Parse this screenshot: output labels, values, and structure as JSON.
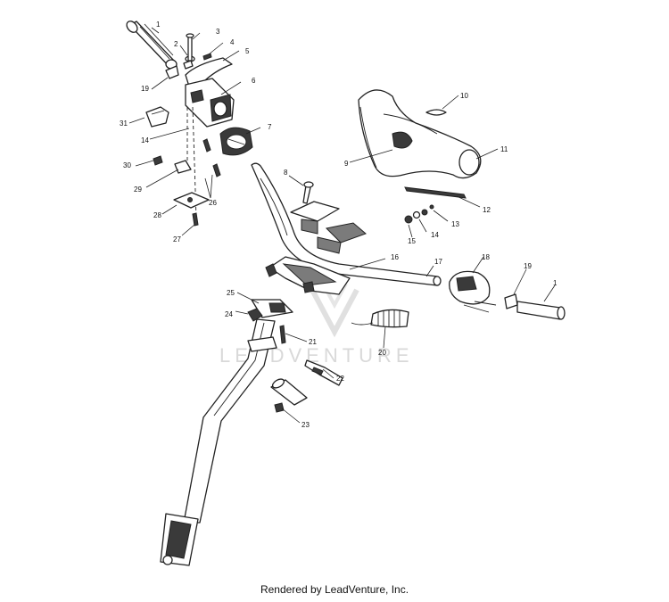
{
  "callouts": {
    "c1a": "1",
    "c2": "2",
    "c3": "3",
    "c4": "4",
    "c5": "5",
    "c6": "6",
    "c7": "7",
    "c8": "8",
    "c9": "9",
    "c10": "10",
    "c11": "11",
    "c12": "12",
    "c13": "13",
    "c14a": "14",
    "c14b": "14",
    "c15": "15",
    "c16": "16",
    "c17": "17",
    "c18": "18",
    "c19a": "19",
    "c19b": "19",
    "c20": "20",
    "c21": "21",
    "c22": "22",
    "c23": "23",
    "c24": "24",
    "c25": "25",
    "c26": "26",
    "c27": "27",
    "c28": "28",
    "c29": "29",
    "c30": "30",
    "c31": "31",
    "c1b": "1"
  },
  "watermark": {
    "text": "LEADVENTURE"
  },
  "footer": {
    "text": "Rendered by LeadVenture, Inc."
  }
}
